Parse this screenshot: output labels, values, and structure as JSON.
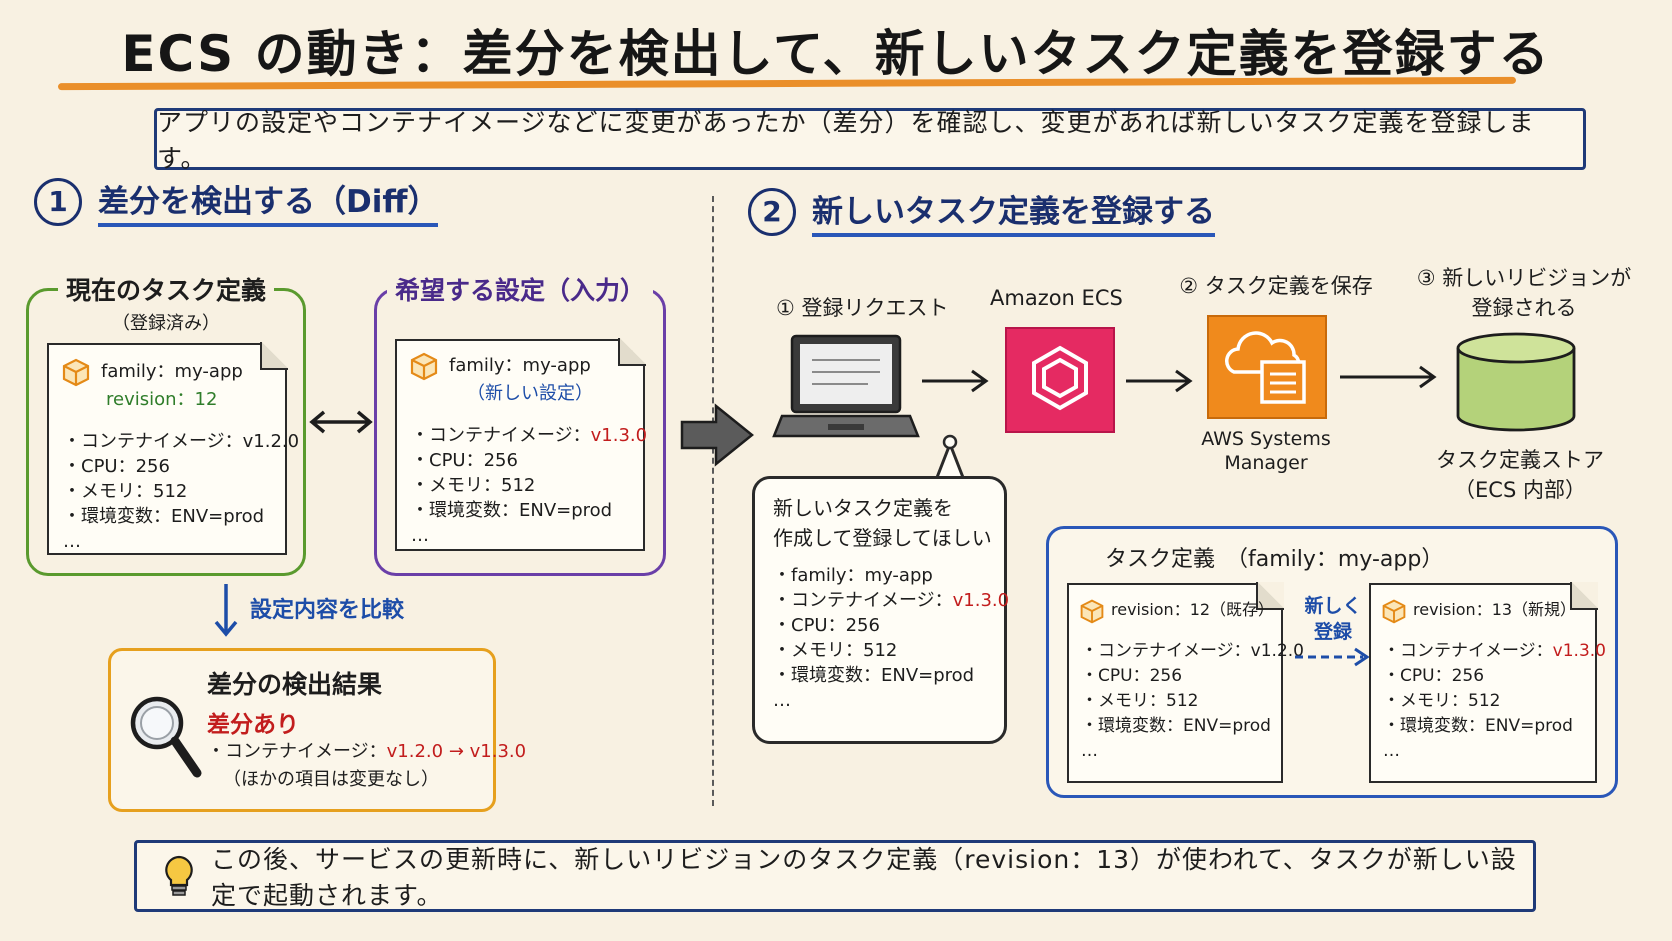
{
  "title": "ECS の動き：差分を検出して、新しいタスク定義を登録する",
  "intro": "アプリの設定やコンテナイメージなどに変更があったか（差分）を確認し、変更があれば新しいタスク定義を登録します。",
  "section1": {
    "number": "1",
    "title": "差分を検出する（Diff）",
    "current": {
      "title": "現在のタスク定義",
      "subtitle": "（登録済み）",
      "family": "family：my-app",
      "revision": "revision：12",
      "rows": [
        "・コンテナイメージ：v1.2.0",
        "・CPU：256",
        "・メモリ：512",
        "・環境変数：ENV=prod",
        "…"
      ]
    },
    "desired": {
      "title": "希望する設定（入力）",
      "family": "family：my-app",
      "note": "（新しい設定）",
      "row_image_label": "・コンテナイメージ：",
      "row_image_value": "v1.3.0",
      "rows": [
        "・CPU：256",
        "・メモリ：512",
        "・環境変数：ENV=prod",
        "…"
      ]
    },
    "compare_label": "設定内容を比較",
    "result": {
      "title": "差分の検出結果",
      "status": "差分あり",
      "diff_label": "・コンテナイメージ：",
      "diff_value": "v1.2.0 → v1.3.0",
      "note": "（ほかの項目は変更なし）"
    }
  },
  "section2": {
    "number": "2",
    "title": "新しいタスク定義を登録する",
    "step1_label": "① 登録リクエスト",
    "ecs_label": "Amazon ECS",
    "step2_label": "② タスク定義を保存",
    "ssm_label_1": "AWS Systems",
    "ssm_label_2": "Manager",
    "step3_label_1": "③ 新しいリビジョンが",
    "step3_label_2": "登録される",
    "store_label_1": "タスク定義ストア",
    "store_label_2": "（ECS 内部）",
    "request": {
      "line1": "新しいタスク定義を",
      "line2": "作成して登録してほしい",
      "family": "・family：my-app",
      "image_label": "・コンテナイメージ：",
      "image_value": "v1.3.0",
      "rows": [
        "・CPU：256",
        "・メモリ：512",
        "・環境変数：ENV=prod",
        "…"
      ]
    },
    "taskdef": {
      "title": "タスク定義　（family：my-app）",
      "old": {
        "revision": "revision：12（既存）",
        "rows": [
          "・コンテナイメージ：v1.2.0",
          "・CPU：256",
          "・メモリ：512",
          "・環境変数：ENV=prod",
          "…"
        ]
      },
      "arrow_label_1": "新しく",
      "arrow_label_2": "登録",
      "new": {
        "revision": "revision：13（新規）",
        "image_label": "・コンテナイメージ：",
        "image_value": "v1.3.0",
        "rows": [
          "・CPU：256",
          "・メモリ：512",
          "・環境変数：ENV=prod",
          "…"
        ]
      }
    }
  },
  "footer": "この後、サービスの更新時に、新しいリビジョンのタスク定義（revision：13）が使われて、タスクが新しい設定で起動されます。",
  "colors": {
    "background": "#f8f1e2",
    "navy": "#1a2f6e",
    "accent_orange": "#ea8f2a",
    "green_frame": "#5a9a2e",
    "purple_frame": "#6a3fa8",
    "result_frame": "#e6a01e",
    "red_value": "#c21d1d",
    "ecs_pink": "#e52a62",
    "ssm_orange": "#f08a1c",
    "store_green": "#b4d27a"
  },
  "icons": [
    "box-icon",
    "laptop-icon",
    "ecs-icon",
    "ssm-icon",
    "database-icon",
    "magnifier-icon",
    "lightbulb-icon",
    "speech-bubble"
  ]
}
